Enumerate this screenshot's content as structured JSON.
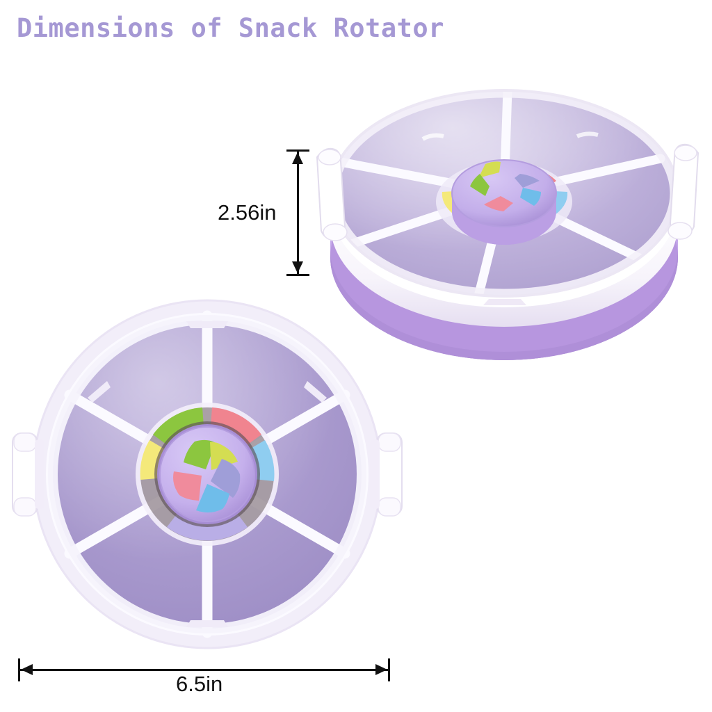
{
  "page": {
    "title": "Dimensions of Snack Rotator",
    "background_color": "#ffffff",
    "title_color": "#a598d4"
  },
  "dimensions": {
    "height": {
      "value": "2.56in",
      "orientation": "vertical",
      "label_color": "#111111",
      "line_color": "#111111"
    },
    "width": {
      "value": "6.5in",
      "orientation": "horizontal",
      "label_color": "#111111",
      "line_color": "#111111"
    }
  },
  "product": {
    "name": "Snack Rotator",
    "views": [
      {
        "id": "perspective",
        "description": "three-quarter view of closed snack rotator container"
      },
      {
        "id": "topdown",
        "description": "top-down view of snack rotator lid"
      }
    ],
    "compartment_count": 6,
    "colors": {
      "body_purple": "#c0a3e4",
      "body_purple_dark": "#ab8ed2",
      "lid_purple": "#a394c9",
      "lid_purple_light": "#b5a7d6",
      "divider_white": "#ffffff",
      "rim_white": "#f6f4fa",
      "hub_purple": "#c3aeea",
      "hub_rim_purple": "#a791cf"
    },
    "hub_cutout_colors": [
      "#8cc63f",
      "#d4dd52",
      "#9f9ed8",
      "#6fbdea",
      "#f08b9c"
    ],
    "hub_ring_colors": [
      "#8cc63f",
      "#f0848f",
      "#6fbdea",
      "#f4e97a"
    ],
    "latch_color": "#ffffff"
  }
}
